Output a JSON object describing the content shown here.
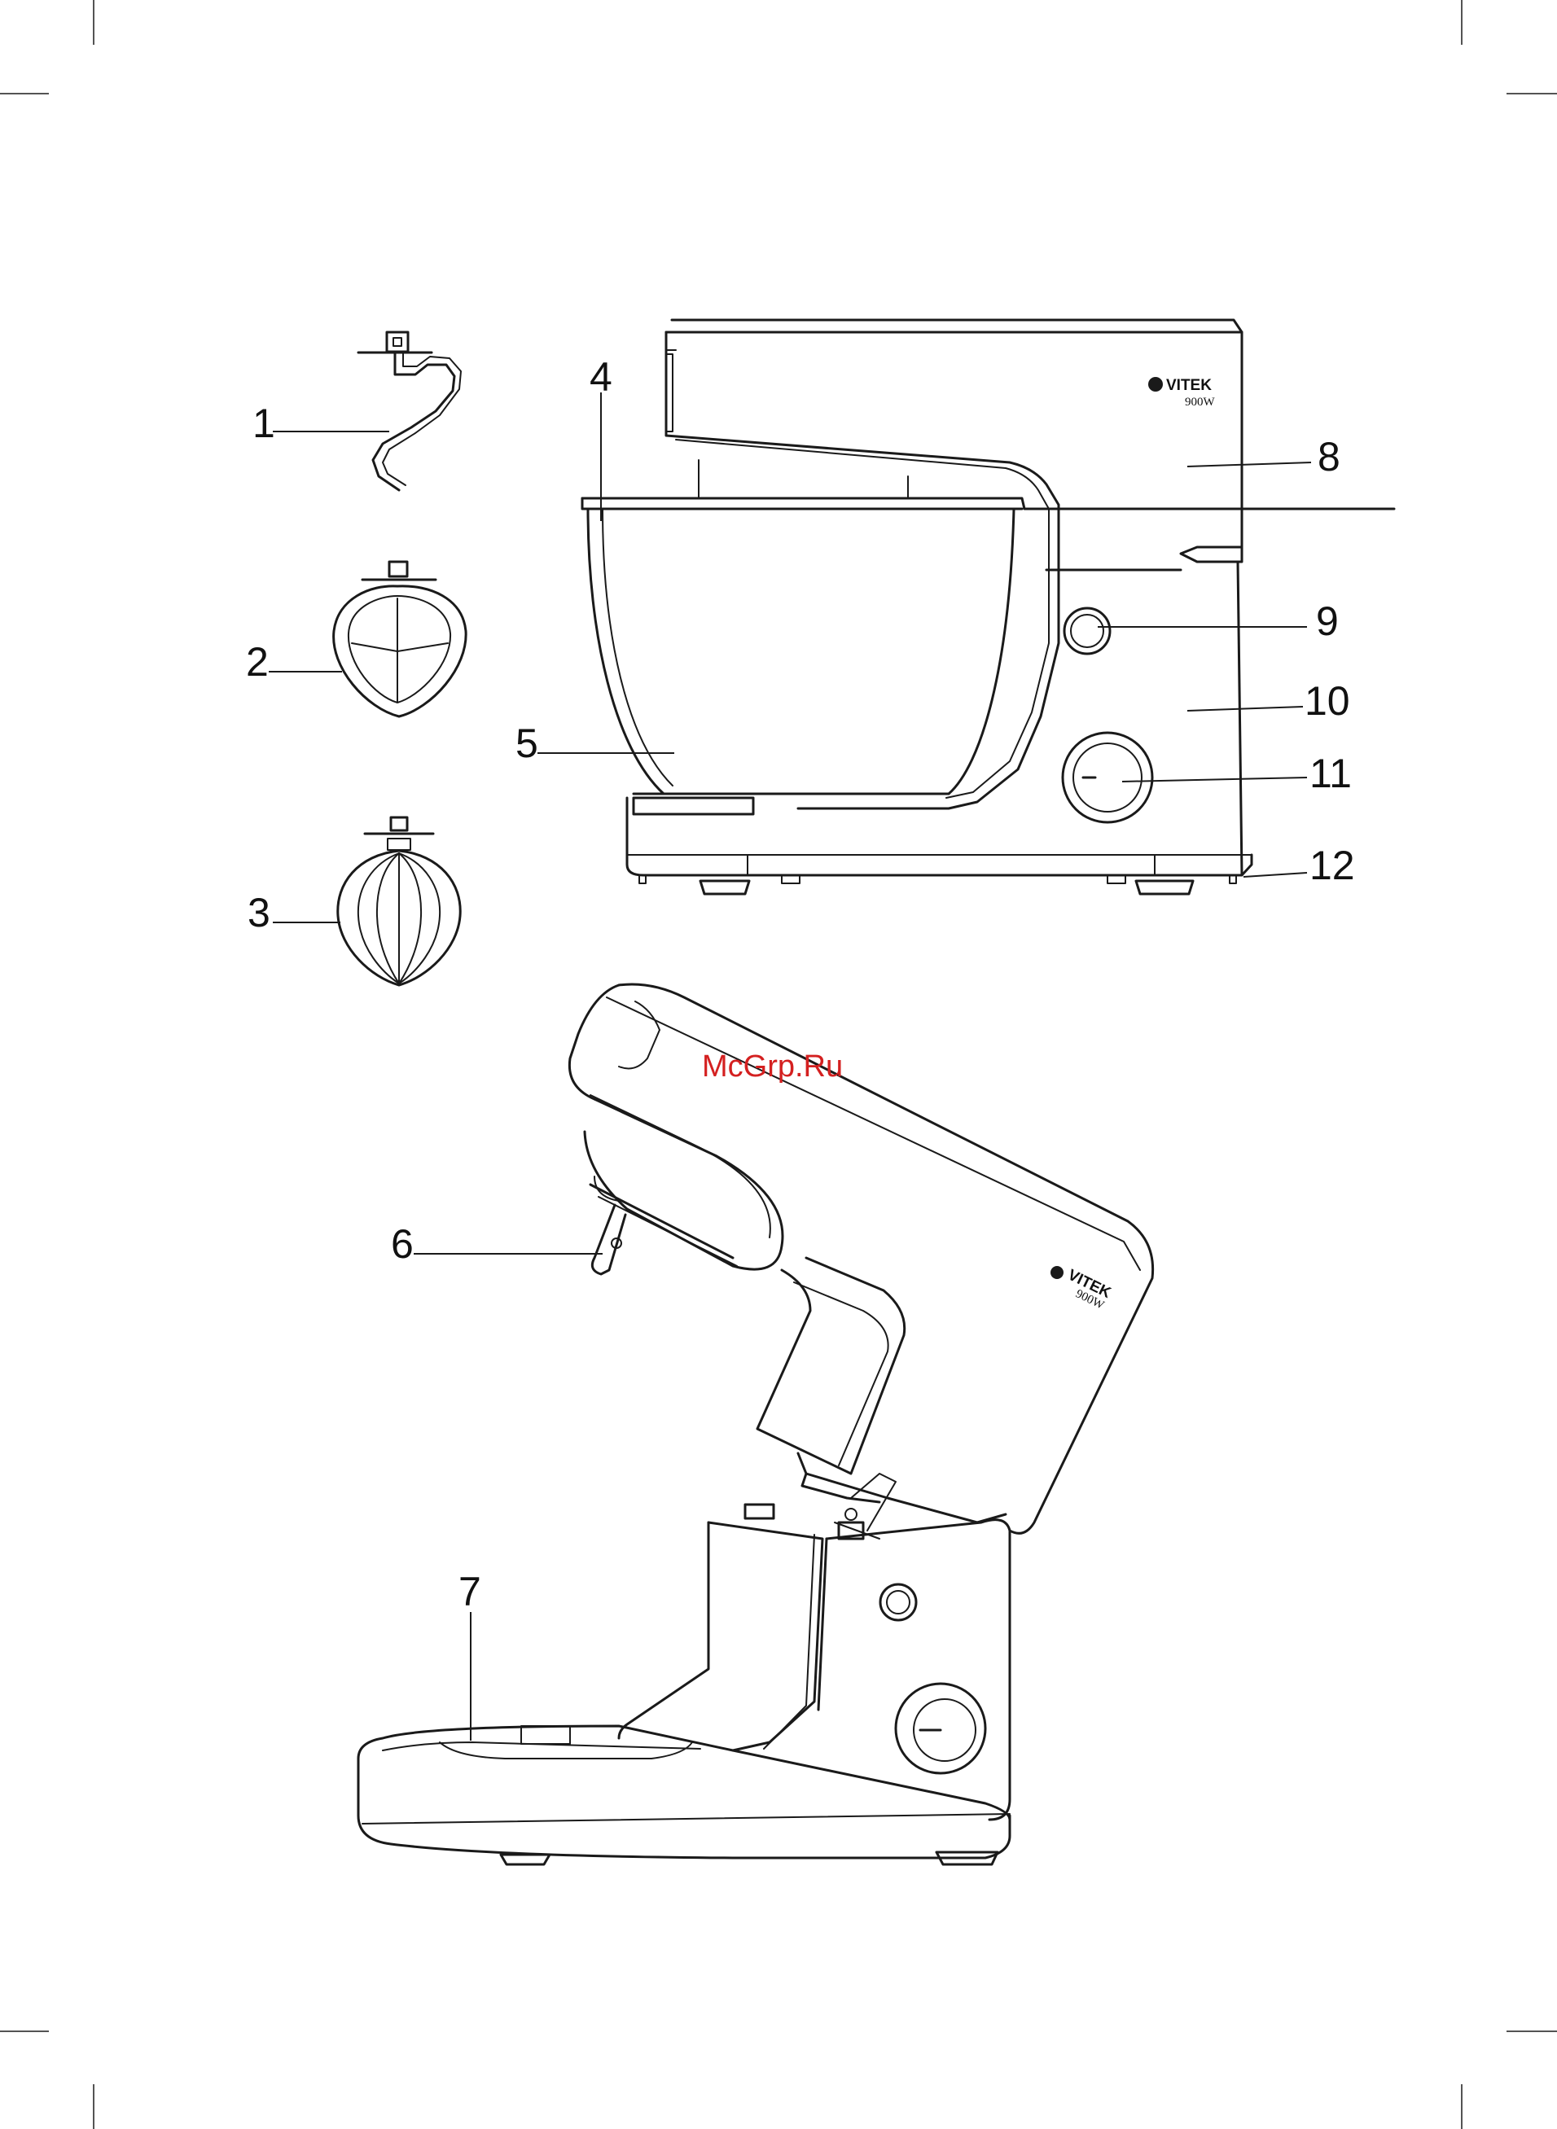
{
  "callouts": [
    "1",
    "2",
    "3",
    "4",
    "5",
    "6",
    "7",
    "8",
    "9",
    "10",
    "11",
    "12"
  ],
  "brand": {
    "name": "VITEK",
    "model": "900W"
  },
  "watermark": "McGrp.Ru",
  "colors": {
    "line": "#1a1a1a",
    "watermark": "#d42020",
    "background": "#ffffff"
  }
}
